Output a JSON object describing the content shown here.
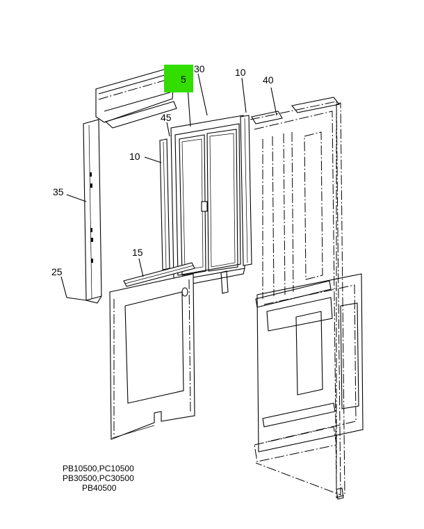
{
  "highlight_color": "#33dd00",
  "callouts": {
    "c5": "5",
    "c30": "30",
    "c10_top": "10",
    "c40": "40",
    "c45": "45",
    "c10_left": "10",
    "c35": "35",
    "c15": "15",
    "c25": "25"
  },
  "figure_ids": [
    "PB10500,PC10500",
    "PB30500,PC30500",
    "PB40500"
  ]
}
